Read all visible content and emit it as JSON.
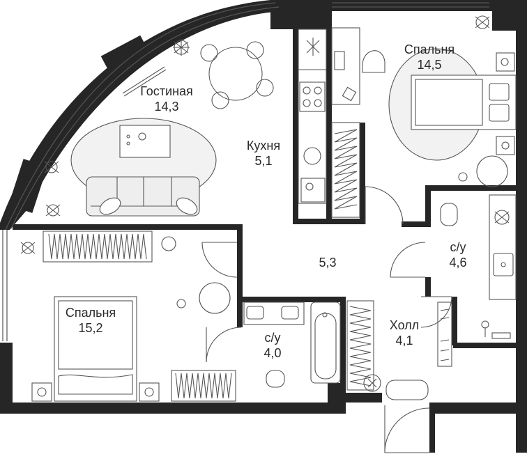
{
  "plan": {
    "rooms": [
      {
        "id": "living",
        "name": "Гостиная",
        "area": "14,3"
      },
      {
        "id": "kitchen",
        "name": "Кухня",
        "area": "5,1"
      },
      {
        "id": "bedroom-1",
        "name": "Спальня",
        "area": "14,5"
      },
      {
        "id": "bedroom-2",
        "name": "Спальня",
        "area": "15,2"
      },
      {
        "id": "corridor",
        "name": "",
        "area": "5,3"
      },
      {
        "id": "bathroom-1",
        "name": "с/у",
        "area": "4,6"
      },
      {
        "id": "bathroom-2",
        "name": "с/у",
        "area": "4,0"
      },
      {
        "id": "hall",
        "name": "Холл",
        "area": "4,1"
      }
    ],
    "colors": {
      "wall": "#262626",
      "line": "#555555",
      "furniture_fill": "#eeeeee",
      "rug_fill": "#f2f2f2"
    }
  }
}
